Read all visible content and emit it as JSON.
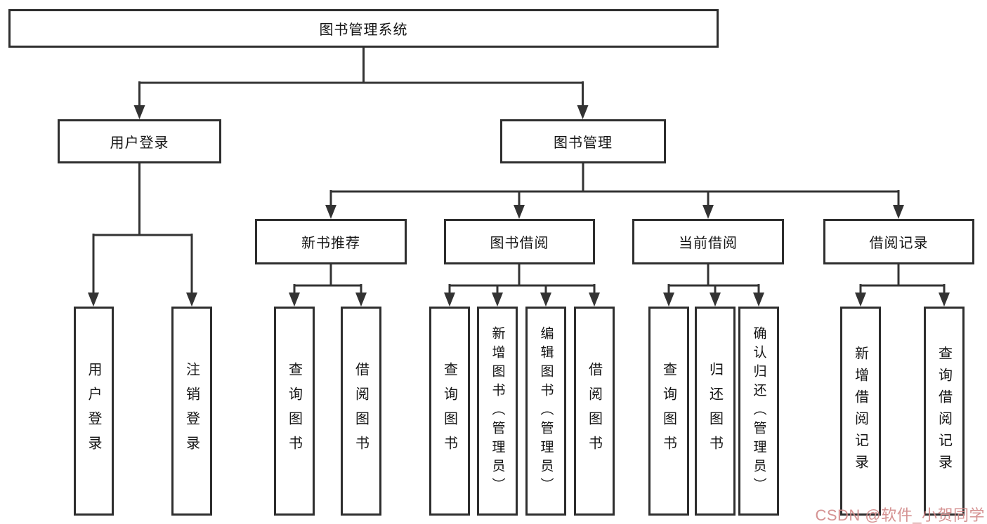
{
  "colors": {
    "line": "#333333",
    "box_border": "#2e2e2e",
    "background": "#ffffff",
    "watermark": "#d18989"
  },
  "tree": {
    "root": {
      "label": "图书管理系统"
    },
    "branches": [
      {
        "label": "用户登录",
        "children": [
          {
            "label": "用户登录"
          },
          {
            "label": "注销登录"
          }
        ]
      },
      {
        "label": "图书管理",
        "groups": [
          {
            "label": "新书推荐",
            "children": [
              {
                "label": "查询图书"
              },
              {
                "label": "借阅图书"
              }
            ]
          },
          {
            "label": "图书借阅",
            "children": [
              {
                "label": "查询图书"
              },
              {
                "label": "新增图书（管理员）"
              },
              {
                "label": "编辑图书（管理员）"
              },
              {
                "label": "借阅图书"
              }
            ]
          },
          {
            "label": "当前借阅",
            "children": [
              {
                "label": "查询图书"
              },
              {
                "label": "归还图书"
              },
              {
                "label": "确认归还（管理员）"
              }
            ]
          },
          {
            "label": "借阅记录",
            "children": [
              {
                "label": "新增借阅记录"
              },
              {
                "label": "查询借阅记录"
              }
            ]
          }
        ]
      }
    ]
  },
  "watermark": {
    "text": "CSDN @软件_小贺同学"
  }
}
